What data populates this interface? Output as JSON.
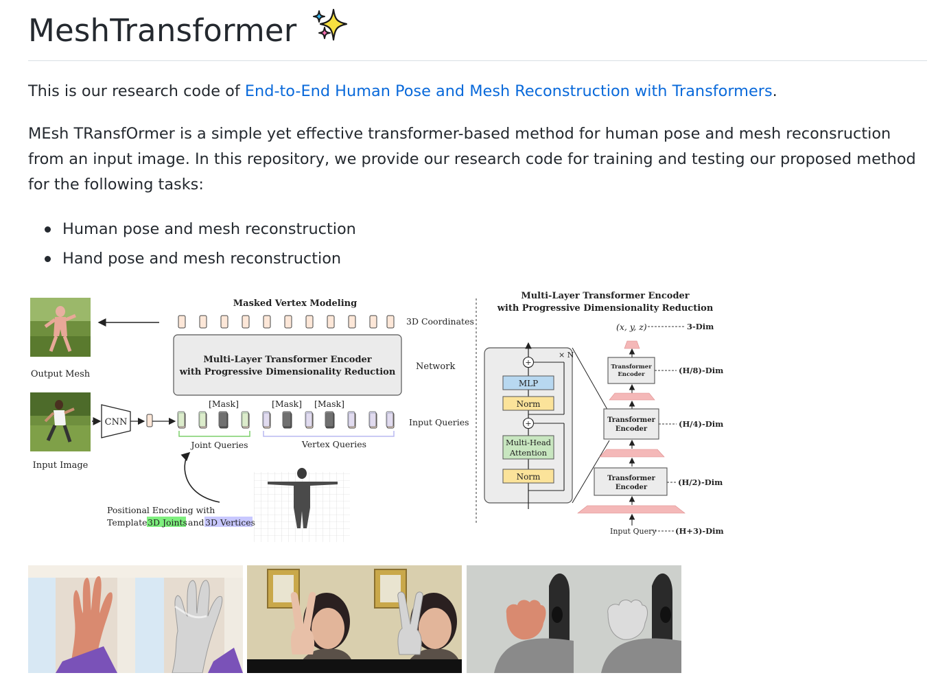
{
  "readme": {
    "title": "MeshTransformer",
    "title_icon": "sparkles-icon",
    "intro_prefix": "This is our research code of ",
    "intro_link": "End-to-End Human Pose and Mesh Reconstruction with Transformers",
    "intro_suffix": ".",
    "description": "MEsh TRansfOrmer is a simple yet effective transformer-based method for human pose and mesh reconsruction from an input image. In this repository, we provide our research code for training and testing our proposed method for the following tasks:",
    "tasks": [
      "Human pose and mesh reconstruction",
      "Hand pose and mesh reconstruction"
    ]
  },
  "diagram": {
    "masked_vertex_modeling": "Masked Vertex Modeling",
    "output_mesh": "Output Mesh",
    "input_image": "Input Image",
    "coords_3d": "3D Coordinates",
    "network": "Network",
    "input_queries": "Input Queries",
    "encoder_line1": "Multi-Layer Transformer Encoder",
    "encoder_line2": "with Progressive Dimensionality Reduction",
    "cnn": "CNN",
    "mask": "[Mask]",
    "joint_queries": "Joint Queries",
    "vertex_queries": "Vertex Queries",
    "pos_enc_line1": "Positional Encoding with",
    "pos_enc_template": "Template",
    "pos_enc_joints": "3D Joints",
    "pos_enc_and": "and",
    "pos_enc_vertices": "3D Vertices",
    "right_title1": "Multi-Layer Transformer Encoder",
    "right_title2": "with Progressive Dimensionality Reduction",
    "xyz": "(x, y, z)",
    "dim3": "3-Dim",
    "dim_h8": "(H/8)-Dim",
    "dim_h4": "(H/4)-Dim",
    "dim_h2": "(H/2)-Dim",
    "dim_h3": "(H+3)-Dim",
    "input_query": "Input Query",
    "transformer": "Transformer",
    "encoder": "Encoder",
    "mlp": "MLP",
    "norm": "Norm",
    "mha_line1": "Multi-Head",
    "mha_line2": "Attention",
    "times_n": "× N",
    "plus": "+"
  },
  "colors": {
    "link": "#0969da",
    "text": "#24292f",
    "joint_highlight": "#7ef07e",
    "vertex_highlight": "#c8c8ff",
    "mlp_fill": "#b8d8f0",
    "norm_fill": "#fbe39a",
    "attention_fill": "#c8e6c0",
    "reduction_fill": "#f4b8b8"
  },
  "demos": [
    {
      "name": "hand-demo-open-palm"
    },
    {
      "name": "hand-demo-peace-sign"
    },
    {
      "name": "hand-demo-fist"
    }
  ]
}
